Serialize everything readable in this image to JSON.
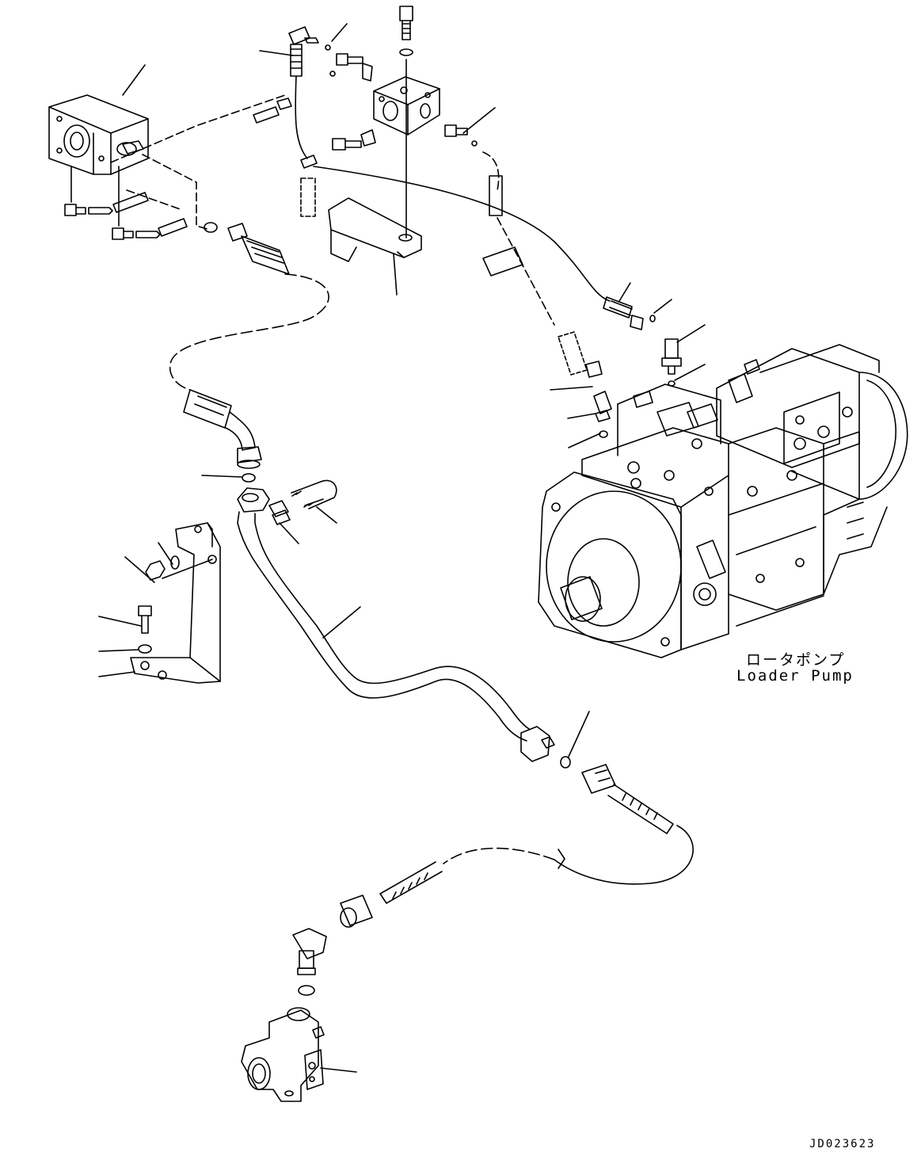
{
  "drawing": {
    "pump_label_jp": "ロータポンプ",
    "pump_label_en": "Loader Pump",
    "drawing_id": "JD023623"
  },
  "style": {
    "line_color": "#000000",
    "background": "#ffffff"
  }
}
